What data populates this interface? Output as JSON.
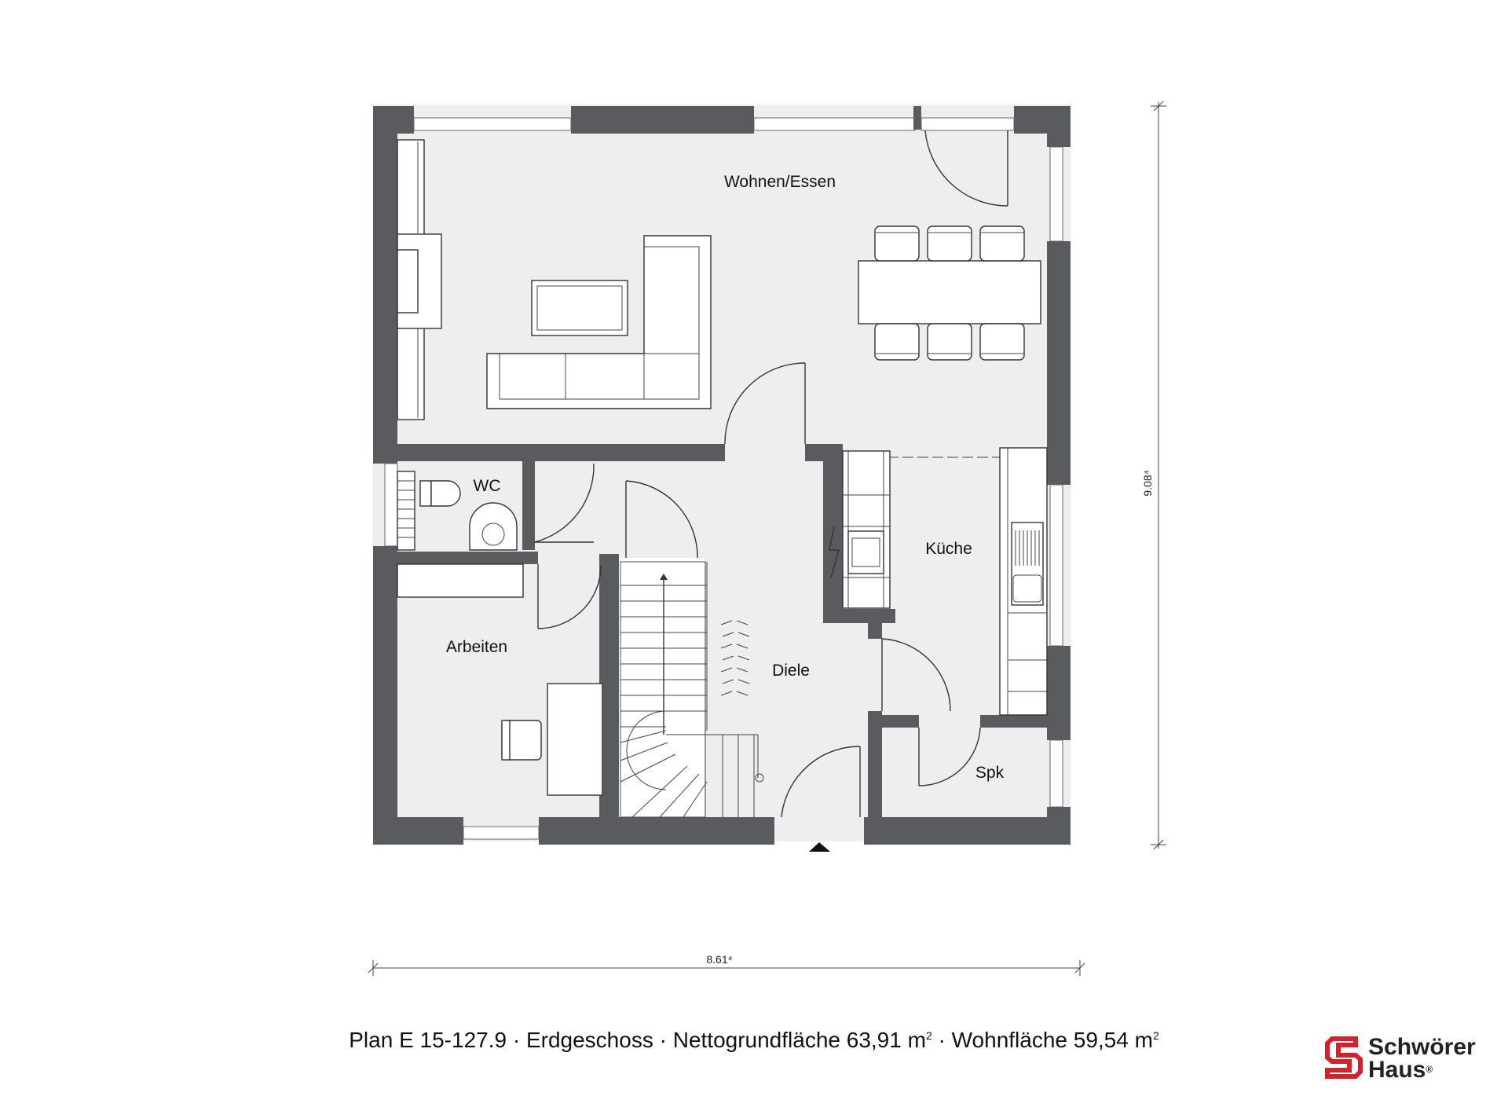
{
  "rooms": {
    "wohnen": "Wohnen/Essen",
    "wc": "WC",
    "kueche": "Küche",
    "arbeiten": "Arbeiten",
    "diele": "Diele",
    "spk": "Spk"
  },
  "dimensions": {
    "width": "8.61⁴",
    "height": "9.08⁴"
  },
  "caption": {
    "plan": "Plan E 15-127.9",
    "floor": "Erdgeschoss",
    "net_label": "Nettogrundfläche 63,91 m",
    "net_sup": "2",
    "living_label": "Wohnfläche 59,54 m",
    "living_sup": "2",
    "separator": "·"
  },
  "logo": {
    "line1": "Schwörer",
    "line2": "Haus",
    "mark": "®",
    "color": "#d2232a"
  },
  "colors": {
    "wall": "#5a5b5e",
    "floor": "#eeeeee"
  }
}
